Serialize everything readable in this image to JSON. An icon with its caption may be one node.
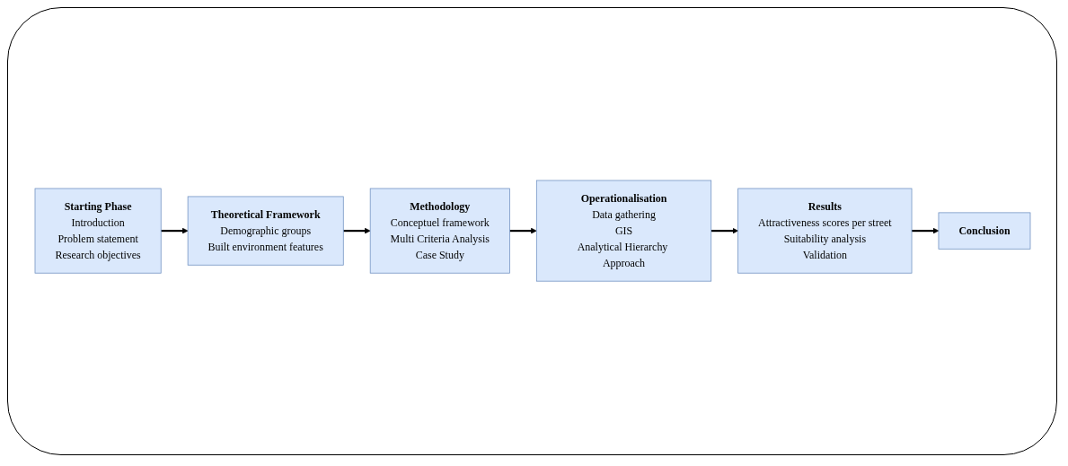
{
  "diagram": {
    "nodes": [
      {
        "text": [
          "Starting Phase",
          "Introduction",
          "Problem statement",
          "Research objectives"
        ]
      },
      {
        "text": [
          "Theoretical Framework",
          "Demographic groups",
          "Built environment features"
        ]
      },
      {
        "text": [
          "Methodology",
          "Conceptuel framework",
          "Multi Criteria Analysis",
          "Case Study"
        ]
      },
      {
        "text": [
          "Operationalisation",
          "Data gathering",
          "GIS",
          "Analytical Hierarchy Approach"
        ]
      },
      {
        "text": [
          "Results",
          "Attractiveness scores per street",
          "Suitability analysis",
          "Validation"
        ]
      },
      {
        "text": [
          "Conclusion"
        ]
      }
    ],
    "edges": [
      {
        "from": 0,
        "to": 1,
        "arrow": "to"
      },
      {
        "from": 1,
        "to": 2,
        "arrow": "to"
      },
      {
        "from": 2,
        "to": 3,
        "arrow": "to"
      },
      {
        "from": 3,
        "to": 4,
        "arrow": "to"
      },
      {
        "from": 4,
        "to": 5,
        "arrow": "to"
      }
    ]
  }
}
